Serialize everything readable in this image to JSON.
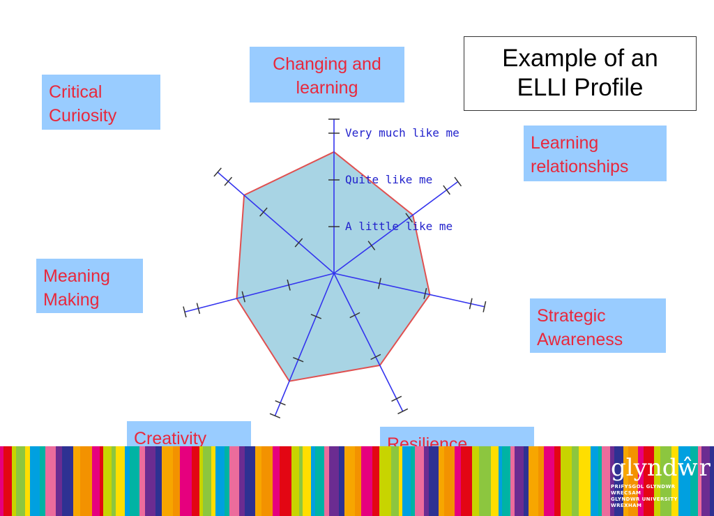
{
  "slide": {
    "title": "Example of an\nELLI Profile"
  },
  "dimensions": [
    {
      "key": "changing",
      "label": "Changing and\nlearning",
      "value": 2.6
    },
    {
      "key": "learning_rel",
      "label": "Learning\nrelationships",
      "value": 2.1
    },
    {
      "key": "strategic",
      "label": "Strategic\nAwareness",
      "value": 2.1
    },
    {
      "key": "resilience",
      "label": "Resilience",
      "value": 2.2
    },
    {
      "key": "creativity",
      "label": "Creativity",
      "value": 2.5
    },
    {
      "key": "meaning",
      "label": "Meaning\nMaking",
      "value": 2.15
    },
    {
      "key": "curiosity",
      "label": "Critical\nCuriosity",
      "value": 2.55
    }
  ],
  "scale": {
    "labels": [
      "A little like me",
      "Quite like me",
      "Very much like me"
    ],
    "max": 3
  },
  "colors": {
    "box_fill": "#99ccff",
    "box_text": "#e8283c",
    "axis": "#3333ee",
    "polygon_fill": "#a8d4e4",
    "polygon_stroke": "#e05050"
  },
  "logo": {
    "name": "glyndŵr",
    "line1": "PRIFYSGOL  GLYNDWR  WRECSAM",
    "line2": "GLYNDWR  UNIVERSITY  WREXHAM"
  }
}
